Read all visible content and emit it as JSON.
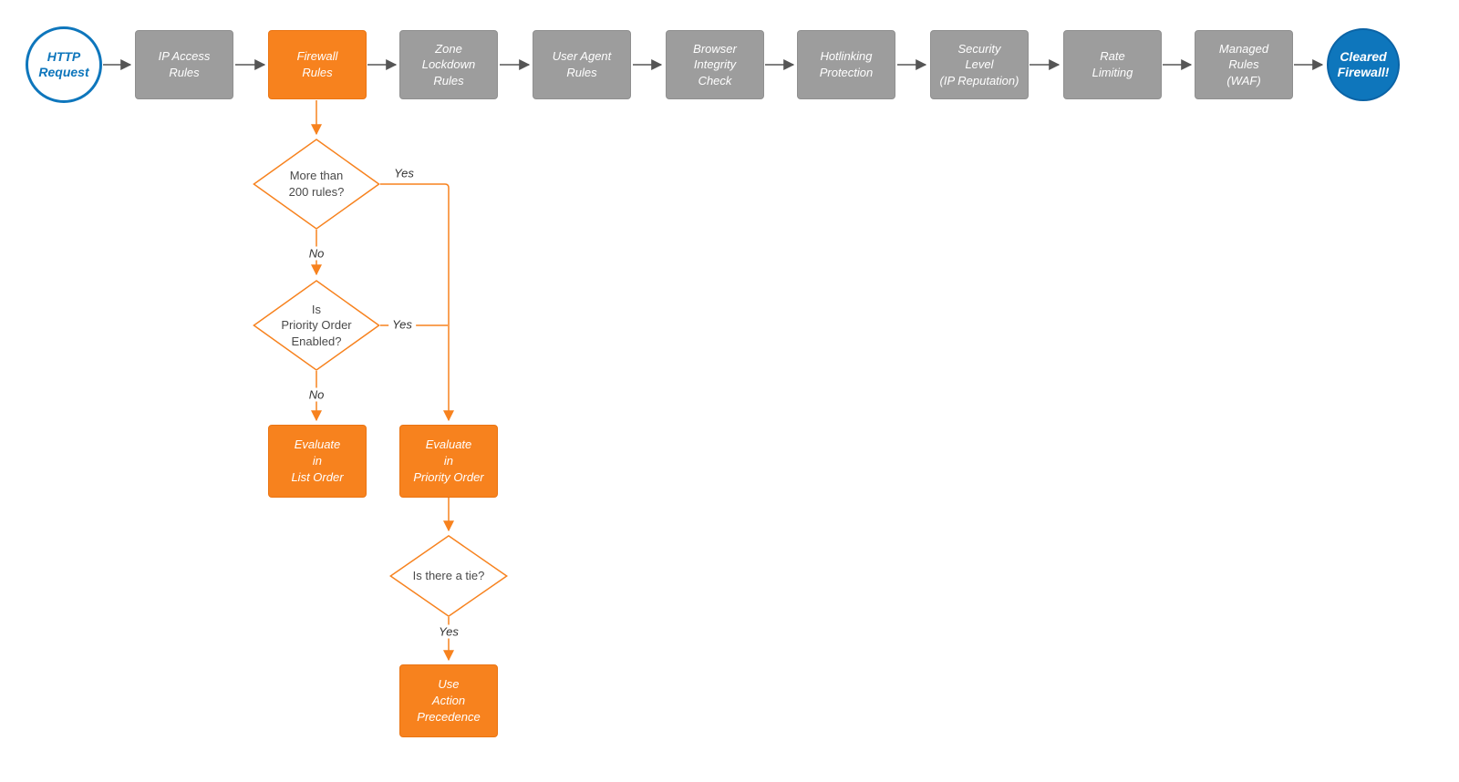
{
  "diagram": {
    "start": {
      "label": "HTTP\nRequest"
    },
    "pipeline": [
      {
        "label": "IP Access\nRules"
      },
      {
        "label": "Firewall\nRules"
      },
      {
        "label": "Zone\nLockdown\nRules"
      },
      {
        "label": "User Agent\nRules"
      },
      {
        "label": "Browser\nIntegrity\nCheck"
      },
      {
        "label": "Hotlinking\nProtection"
      },
      {
        "label": "Security\nLevel\n(IP Reputation)"
      },
      {
        "label": "Rate\nLimiting"
      },
      {
        "label": "Managed\nRules\n(WAF)"
      }
    ],
    "end": {
      "label": "Cleared\nFirewall!"
    },
    "decisions": [
      {
        "label": "More than\n200 rules?"
      },
      {
        "label": "Is\nPriority Order\nEnabled?"
      },
      {
        "label": "Is there a tie?"
      }
    ],
    "actions": [
      {
        "label": "Evaluate\nin\nList Order"
      },
      {
        "label": "Evaluate\nin\nPriority Order"
      },
      {
        "label": "Use\nAction\nPrecedence"
      }
    ],
    "edge_labels": {
      "more_than_200_yes": "Yes",
      "more_than_200_no": "No",
      "priority_enabled_yes": "Yes",
      "priority_enabled_no": "No",
      "tie_yes": "Yes"
    },
    "colors": {
      "accent_orange": "#F7821E",
      "step_gray": "#9D9D9D",
      "brand_blue": "#0E76BC",
      "connector_gray": "#555555"
    }
  }
}
